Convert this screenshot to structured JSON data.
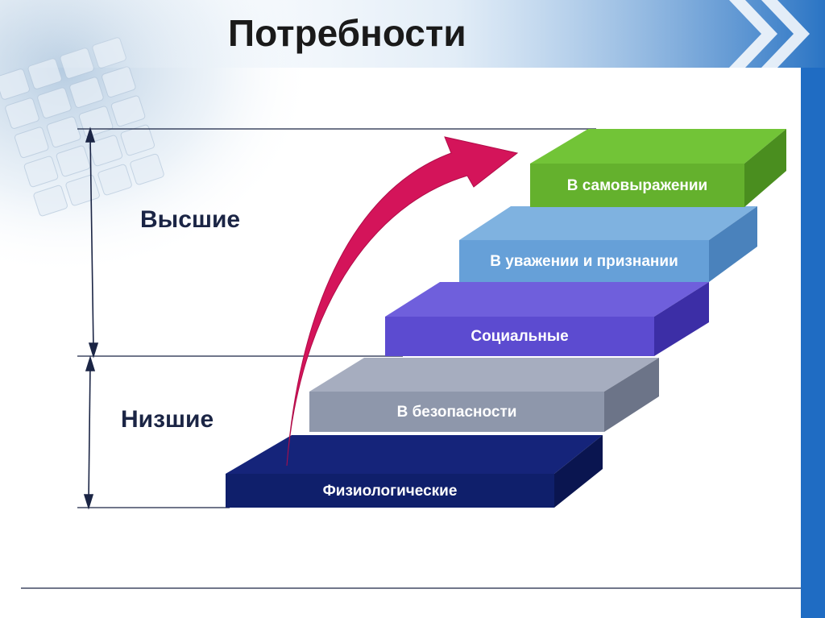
{
  "slide": {
    "title": "Потребности"
  },
  "groups": {
    "higher": "Высшие",
    "lower": "Низшие"
  },
  "steps": [
    {
      "label": "Физиологические",
      "color": "#0f1f6b"
    },
    {
      "label": "В безопасности",
      "color": "#8e97ab"
    },
    {
      "label": "Социальные",
      "color": "#5c4bd0"
    },
    {
      "label": "В уважении и признании",
      "color": "#66a0d8"
    },
    {
      "label": "В самовыражении",
      "color": "#64b12d"
    }
  ],
  "colors": {
    "arrow": "#d4145a",
    "lines": "#1b2545",
    "accent_blue": "#1f6cc3"
  },
  "icons": [
    "chevron-right-icon",
    "double-arrow-icon",
    "curved-arrow-icon"
  ]
}
